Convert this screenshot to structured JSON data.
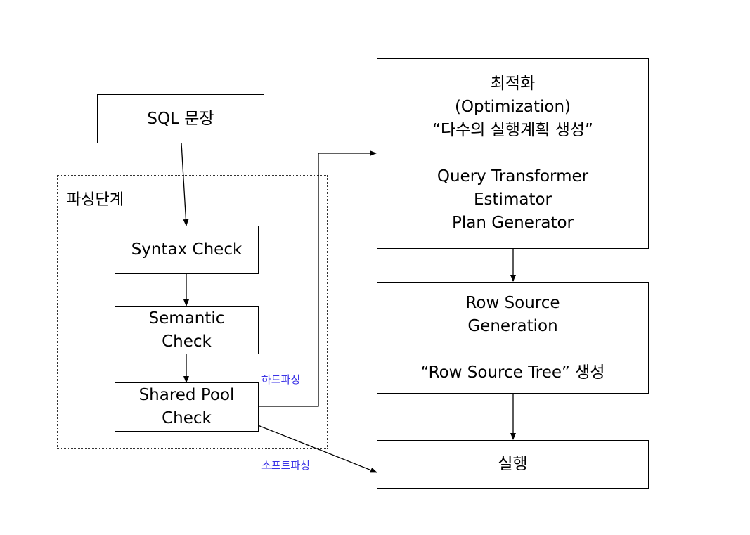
{
  "diagram": {
    "nodes": {
      "sql_statement": {
        "lines": [
          "SQL 문장"
        ]
      },
      "syntax_check": {
        "lines": [
          "Syntax Check"
        ]
      },
      "semantic_check": {
        "lines": [
          "Semantic",
          "Check"
        ]
      },
      "shared_pool_check": {
        "lines": [
          "Shared Pool",
          "Check"
        ]
      },
      "optimization": {
        "lines": [
          "최적화",
          "(Optimization)",
          "“다수의 실행계획 생성”",
          "",
          "Query Transformer",
          "Estimator",
          "Plan Generator"
        ]
      },
      "row_source_generation": {
        "lines": [
          "Row Source",
          "Generation",
          "",
          "“Row Source Tree” 생성"
        ]
      },
      "execution": {
        "lines": [
          "실행"
        ]
      }
    },
    "group_label": "파싱단계",
    "edge_labels": {
      "hard_parse": "하드파싱",
      "soft_parse": "소프트파싱"
    },
    "colors": {
      "edge_label": "#3b33e6",
      "line": "#000000"
    }
  }
}
